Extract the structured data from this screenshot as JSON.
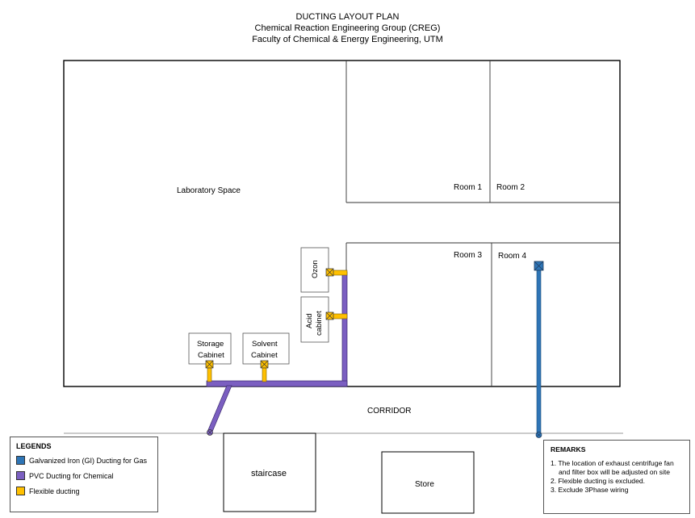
{
  "title": {
    "line1": "DUCTING LAYOUT PLAN",
    "line2": "Chemical Reaction Engineering Group (CREG)",
    "line3": "Faculty of Chemical & Energy Engineering, UTM"
  },
  "rooms": {
    "lab": "Laboratory Space",
    "room1": "Room 1",
    "room2": "Room 2",
    "room3": "Room 3",
    "room4": "Room 4",
    "corridor": "CORRIDOR",
    "staircase": "staircase",
    "store": "Store"
  },
  "cabinets": {
    "ozon": "Ozon",
    "acid_line1": "Acid",
    "acid_line2": "cabinet",
    "storage_line1": "Storage",
    "storage_line2": "Cabinet",
    "solvent_line1": "Solvent",
    "solvent_line2": "Cabinet"
  },
  "colors": {
    "gi": "#2e75b6",
    "pvc": "#7b5fc1",
    "flexible": "#ffc000",
    "wall": "#000000"
  },
  "legend": {
    "heading": "LEGENDS",
    "items": [
      {
        "label": "Galvanized Iron (GI) Ducting for Gas",
        "color": "#2e75b6"
      },
      {
        "label": "PVC Ducting for Chemical",
        "color": "#7b5fc1"
      },
      {
        "label": "Flexible ducting",
        "color": "#ffc000"
      }
    ]
  },
  "remarks": {
    "heading": "REMARKS",
    "items": [
      "1. The location of exhaust centrifuge fan",
      "and filter box will be adjusted on site",
      "2. Flexible ducting is excluded.",
      "3. Exclude 3Phase wiring"
    ]
  }
}
